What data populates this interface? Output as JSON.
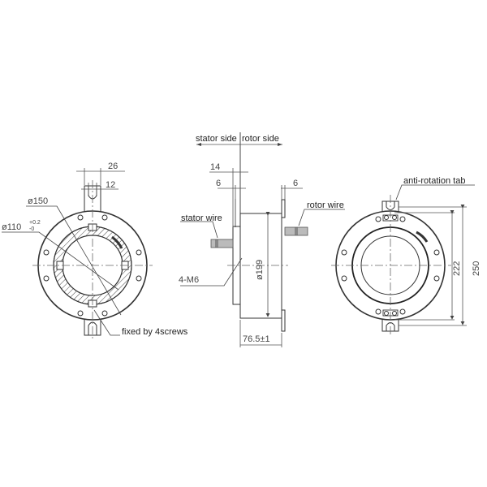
{
  "drawing": {
    "title": "Through-bore slip ring dimensional drawing",
    "views": [
      "front-view-stator",
      "side-view",
      "rear-view-rotor"
    ]
  },
  "labels": {
    "stator_side": "stator side",
    "rotor_side": "rotor side",
    "stator_wire": "stator wire",
    "rotor_wire": "rotor wire",
    "anti_rotation_tab": "anti-rotation tab",
    "fixed_by_screws": "fixed by 4screws",
    "thread": "4-M6"
  },
  "dimensions": {
    "tab_width": "26",
    "slot_width": "12",
    "outer_diameter_flange": "ø150",
    "bore_diameter": "ø110",
    "bore_tol_upper": "+0.2",
    "bore_tol_lower": "-0",
    "flange_offset": "14",
    "stator_flange_thickness": "6",
    "rotor_tab_thickness": "6",
    "body_diameter": "ø199",
    "length": "76.5±1",
    "tab_span_inner": "222",
    "tab_span_outer": "250"
  },
  "colors": {
    "line": "#333333",
    "dim_line": "#555555",
    "center_line": "#666666"
  }
}
